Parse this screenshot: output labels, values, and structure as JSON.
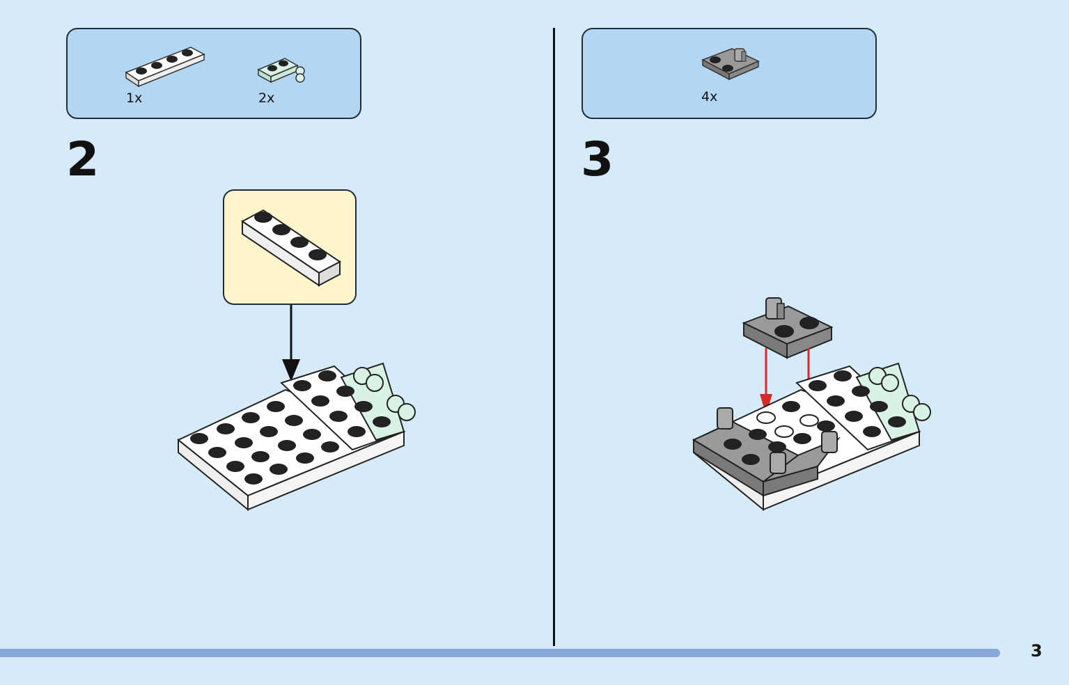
{
  "page": {
    "number": "3",
    "background_color": "#d6ebfa",
    "accent_bar_color": "#86a9da"
  },
  "steps": [
    {
      "number": "2",
      "parts": [
        {
          "icon": "white-1x4-plate-icon",
          "quantity": "1x",
          "color": "#ffffff"
        },
        {
          "icon": "mint-clip-plate-icon",
          "quantity": "2x",
          "color": "#d9f2e6"
        }
      ],
      "callout_color": "#fff5cc"
    },
    {
      "number": "3",
      "parts": [
        {
          "icon": "gray-hinge-plate-icon",
          "quantity": "4x",
          "color": "#8c8c8c"
        }
      ],
      "arrow_color": "#d42a2a"
    }
  ]
}
